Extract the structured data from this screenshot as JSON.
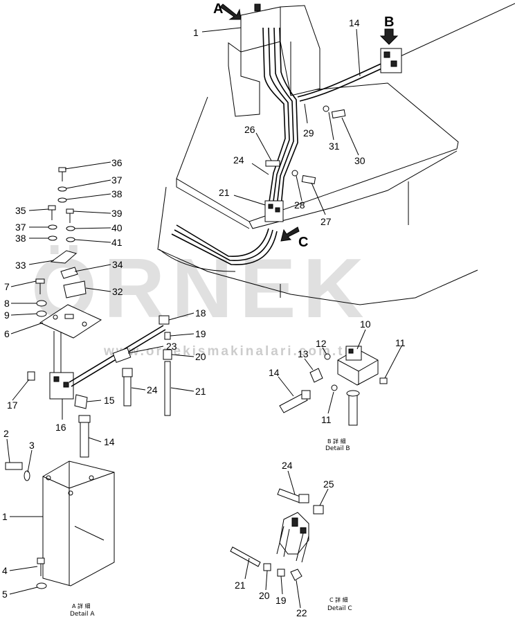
{
  "watermark": {
    "brand": "ÖRNEK",
    "url": "www.ornekismakinalari.com.tr"
  },
  "view_markers": {
    "a": "A",
    "b": "B",
    "c": "C"
  },
  "main_view_callouts": {
    "p1": "1",
    "p14": "14",
    "p21": "21",
    "p24": "24",
    "p26": "26",
    "p27": "27",
    "p28": "28",
    "p29": "29",
    "p30": "30",
    "p31": "31"
  },
  "detail_a": {
    "caption_jp": "A 詳 細",
    "caption_en": "Detail A",
    "callouts": {
      "p1": "1",
      "p2": "2",
      "p3": "3",
      "p4": "4",
      "p5": "5",
      "p6": "6",
      "p7": "7",
      "p8": "8",
      "p9": "9",
      "p14": "14",
      "p15": "15",
      "p16": "16",
      "p17": "17",
      "p18": "18",
      "p19": "19",
      "p20": "20",
      "p21": "21",
      "p23": "23",
      "p24": "24",
      "p32": "32",
      "p33": "33",
      "p34": "34",
      "p35": "35",
      "p36": "36",
      "p37a": "37",
      "p37b": "37",
      "p38a": "38",
      "p38b": "38",
      "p39": "39",
      "p40": "40",
      "p41": "41"
    }
  },
  "detail_b": {
    "caption_jp": "B 詳 細",
    "caption_en": "Detail B",
    "callouts": {
      "p10": "10",
      "p11a": "11",
      "p11b": "11",
      "p12": "12",
      "p13": "13",
      "p14": "14"
    }
  },
  "detail_c": {
    "caption_jp": "C 詳 細",
    "caption_en": "Detail C",
    "callouts": {
      "p19": "19",
      "p20": "20",
      "p21": "21",
      "p22": "22",
      "p24": "24",
      "p25": "25"
    }
  }
}
